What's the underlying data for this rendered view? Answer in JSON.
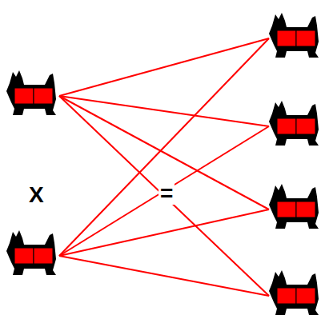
{
  "diagram": {
    "nodes": [
      {
        "text": []
      },
      {
        "text": []
      },
      {
        "text": []
      },
      {
        "text": []
      },
      {
        "text": []
      },
      {
        "text": []
      }
    ],
    "edges": [
      {
        "from": 0,
        "to": 2,
        "arrow": "none"
      },
      {
        "from": 0,
        "to": 3,
        "arrow": "none"
      },
      {
        "from": 0,
        "to": 4,
        "arrow": "none"
      },
      {
        "from": 0,
        "to": 5,
        "arrow": "none"
      },
      {
        "from": 1,
        "to": 2,
        "arrow": "none"
      },
      {
        "from": 1,
        "to": 3,
        "arrow": "none"
      },
      {
        "from": 1,
        "to": 4,
        "arrow": "none"
      },
      {
        "from": 1,
        "to": 5,
        "arrow": "none"
      }
    ],
    "labels": [
      "X",
      "="
    ]
  }
}
